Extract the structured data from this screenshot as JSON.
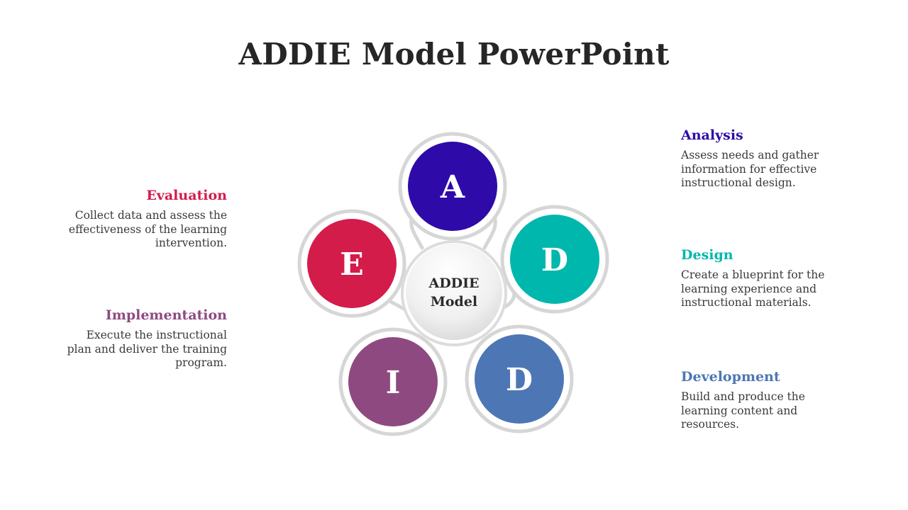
{
  "title": "ADDIE Model PowerPoint",
  "hub": {
    "line1": "ADDIE",
    "line2": "Model"
  },
  "petals": [
    {
      "letter": "A",
      "color": "#2E0BA8"
    },
    {
      "letter": "D",
      "color": "#00B7AD"
    },
    {
      "letter": "D",
      "color": "#4D76B5"
    },
    {
      "letter": "I",
      "color": "#8E4A80"
    },
    {
      "letter": "E",
      "color": "#D41C4B"
    }
  ],
  "items": {
    "analysis": {
      "heading": "Analysis",
      "color": "#2E0BA8",
      "lines": [
        "Assess needs and gather",
        "information for effective",
        "instructional design."
      ]
    },
    "design": {
      "heading": "Design",
      "color": "#00B7AD",
      "lines": [
        "Create a blueprint for the",
        "learning experience and",
        "instructional materials."
      ]
    },
    "development": {
      "heading": "Development",
      "color": "#4D76B5",
      "lines": [
        "Build and produce the",
        "learning content and",
        "resources."
      ]
    },
    "implementation": {
      "heading": "Implementation",
      "color": "#8E4A80",
      "lines": [
        "Execute the instructional",
        "plan and deliver the training",
        "program."
      ]
    },
    "evaluation": {
      "heading": "Evaluation",
      "color": "#D41C4B",
      "lines": [
        "Collect data and assess the",
        "effectiveness of the learning",
        "intervention."
      ]
    }
  }
}
